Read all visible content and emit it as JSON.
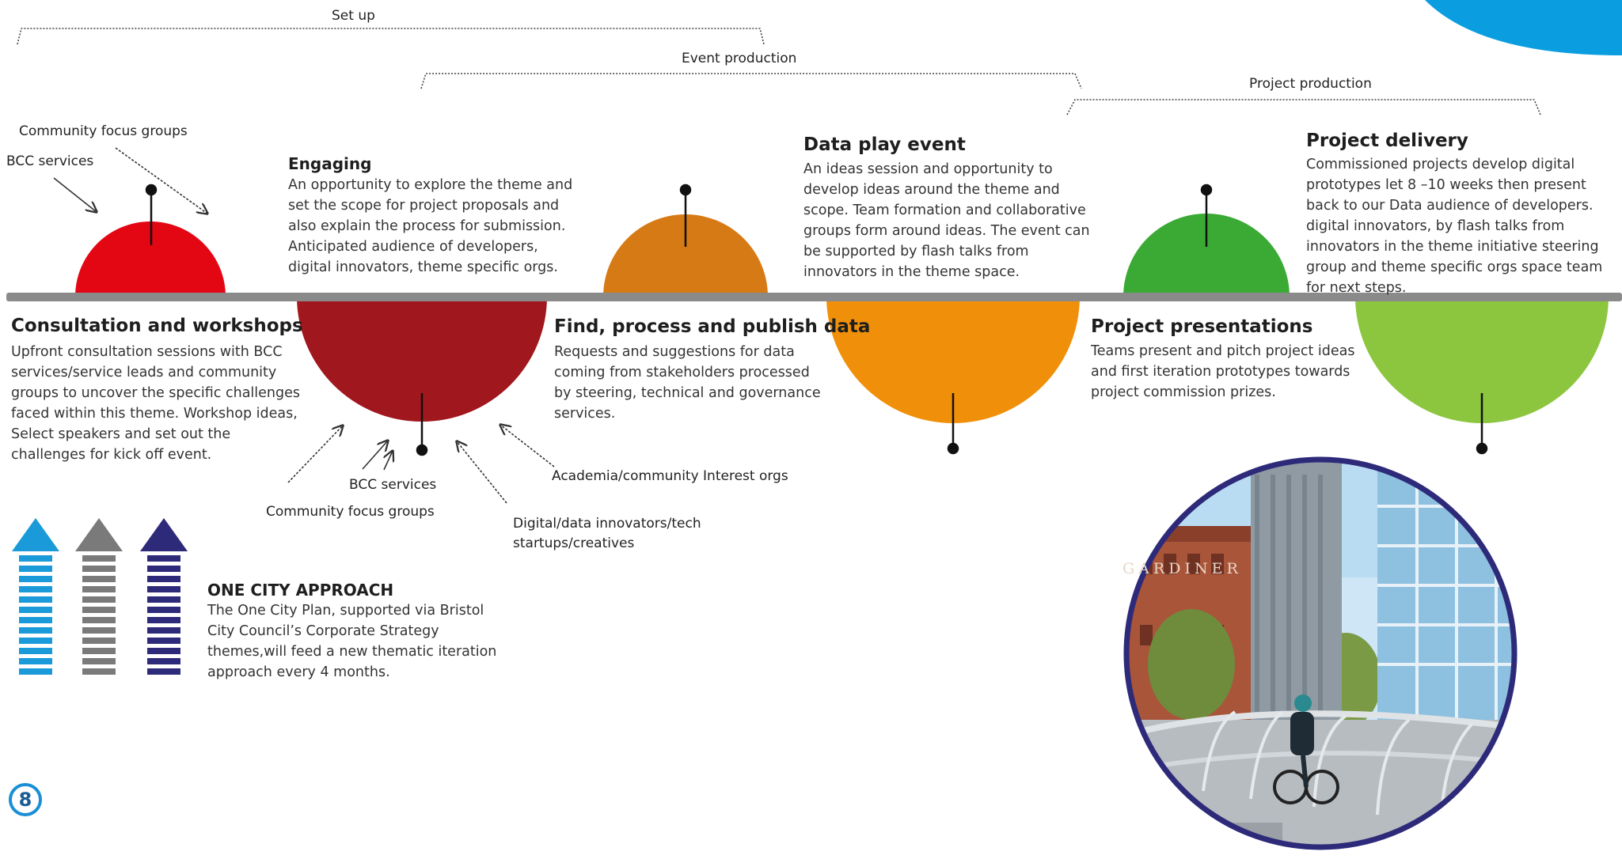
{
  "phases": {
    "setup": "Set up",
    "event_production": "Event production",
    "project_production": "Project production"
  },
  "stages": [
    {
      "title": "Consultation and workshops",
      "body": "Upfront consultation sessions with BCC services/service leads and community groups to uncover the specific challenges faced within this theme. Workshop ideas, Select speakers and set out the challenges for kick off event.",
      "color": "#e30613"
    },
    {
      "title": "Engaging",
      "body": "An opportunity to explore the theme and set the scope for project proposals and also explain the process for submission. Anticipated audience of developers, digital innovators, theme specific orgs.",
      "color": "#a0171e"
    },
    {
      "title": "Find, process and publish data",
      "body": "Requests and suggestions for data coming from stakeholders processed by steering, technical and governance services.",
      "color": "#d67a15"
    },
    {
      "title": "Data play event",
      "body": "An ideas session and opportunity to develop ideas around the theme and scope. Team formation and collaborative groups form around ideas. The event can be supported by flash talks from innovators in the theme space.",
      "color": "#f0900a"
    },
    {
      "title": "Project presentations",
      "body": "Teams present and pitch project ideas and first iteration prototypes towards project commission prizes.",
      "color": "#3aaa35"
    },
    {
      "title": "Project delivery",
      "body": "Commissioned projects develop digital prototypes let 8 –10 weeks then present back to our Data audience of developers. digital innovators, by flash talks from innovators in the theme initiative steering group and theme specific orgs space team for next steps.",
      "color": "#8cc63f"
    }
  ],
  "labels": {
    "community_focus_top": "Community focus groups",
    "bcc_services_top": "BCC services",
    "bcc_services_bottom": "BCC services",
    "community_focus_bottom": "Community focus groups",
    "digital_innovators": "Digital/data innovators/tech startups/creatives",
    "academia": "Academia/community Interest orgs"
  },
  "one_city": {
    "title": "ONE CITY APPROACH",
    "body": "The One City Plan, supported via Bristol City Council’s Corporate Strategy themes,will feed a new thematic iteration approach every 4 months.",
    "arrow_colors": [
      "#1a9ad9",
      "#7a7a7a",
      "#2e2a7a"
    ]
  },
  "photo": {
    "sign_text": "GARDINER"
  },
  "page": {
    "number": "8"
  },
  "colors": {
    "timeline": "#8a8a8a",
    "accent_blue": "#0a9ee0",
    "photo_border": "#2e2a7a"
  }
}
